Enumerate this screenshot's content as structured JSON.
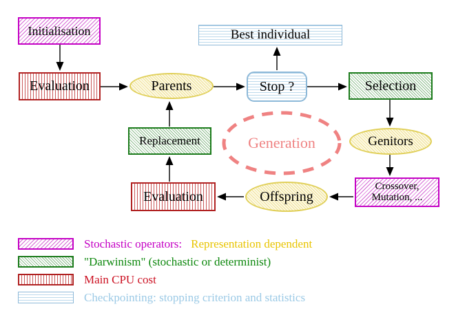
{
  "diagram": {
    "nodes": {
      "initialisation": {
        "label": "Initialisation"
      },
      "evaluation_top": {
        "label": "Evaluation"
      },
      "parents": {
        "label": "Parents"
      },
      "best_individual": {
        "label": "Best individual"
      },
      "stop": {
        "label": "Stop ?"
      },
      "selection": {
        "label": "Selection"
      },
      "replacement": {
        "label": "Replacement"
      },
      "generation": {
        "label": "Generation"
      },
      "genitors": {
        "label": "Genitors"
      },
      "crossover": {
        "line1": "Crossover,",
        "line2": "Mutation, ..."
      },
      "offspring": {
        "label": "Offspring"
      },
      "evaluation_bottom": {
        "label": "Evaluation"
      }
    }
  },
  "legend": {
    "items": [
      {
        "swatch": "magenta-diagonal-hatch",
        "label": "Stochastic operators:",
        "label2": "Representation dependent"
      },
      {
        "swatch": "green-diagonal-hatch",
        "label": "\"Darwinism\" (stochastic or determinist)"
      },
      {
        "swatch": "red-vertical-stripes",
        "label": "Main CPU cost"
      },
      {
        "swatch": "blue-horizontal-stripes",
        "label": "Checkpointing: stopping criterion and statistics"
      }
    ]
  },
  "colors": {
    "magenta": "#c400c4",
    "green_border": "#1a7a1a",
    "green_text": "#0c870c",
    "red_border": "#b02020",
    "red_text": "#cc1122",
    "light_blue_border": "#8cb8d8",
    "light_blue_text": "#9ccae6",
    "yellow_border": "#e0cf58",
    "gold_text": "#e8c400",
    "salmon": "#ef8282",
    "arrow_black": "#000000"
  }
}
